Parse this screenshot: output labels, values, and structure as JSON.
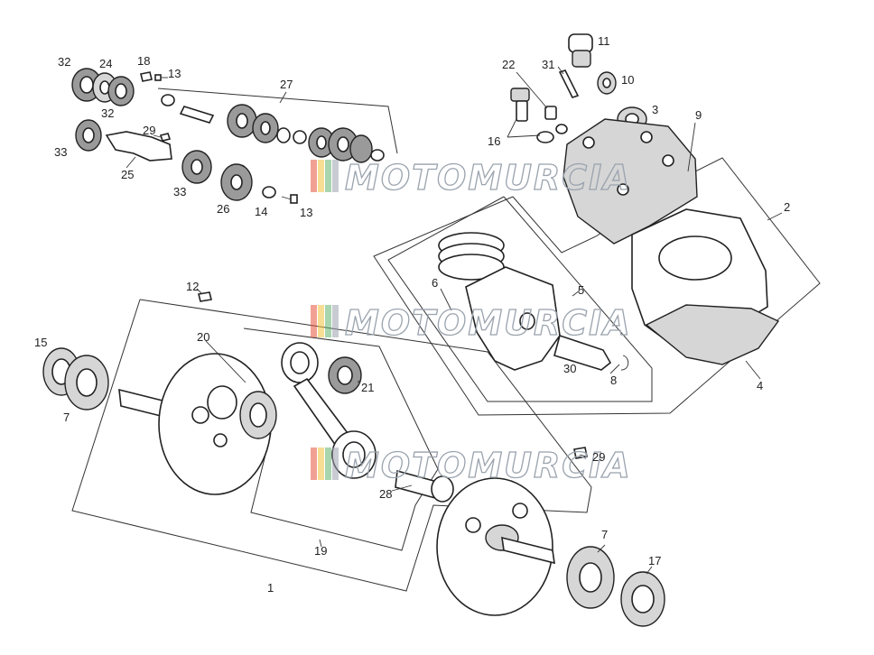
{
  "diagram": {
    "watermark": "MOTOMURCIA",
    "watermark_colors": [
      "#e5533d",
      "#f3c33c",
      "#62b36b",
      "#9aa3ad"
    ],
    "callouts": {
      "c32a": "32",
      "c24": "24",
      "c18": "18",
      "c13a": "13",
      "c27": "27",
      "c32b": "32",
      "c29a": "29",
      "c33a": "33",
      "c25": "25",
      "c33b": "33",
      "c26": "26",
      "c14": "14",
      "c13b": "13",
      "c22": "22",
      "c31": "31",
      "c11": "11",
      "c10": "10",
      "c3": "3",
      "c9": "9",
      "c16": "16",
      "c2": "2",
      "c6": "6",
      "c5": "5",
      "c30": "30",
      "c8": "8",
      "c4": "4",
      "c12": "12",
      "c15": "15",
      "c20": "20",
      "c7a": "7",
      "c21": "21",
      "c29b": "29",
      "c28": "28",
      "c19": "19",
      "c1": "1",
      "c7b": "7",
      "c17": "17"
    }
  }
}
